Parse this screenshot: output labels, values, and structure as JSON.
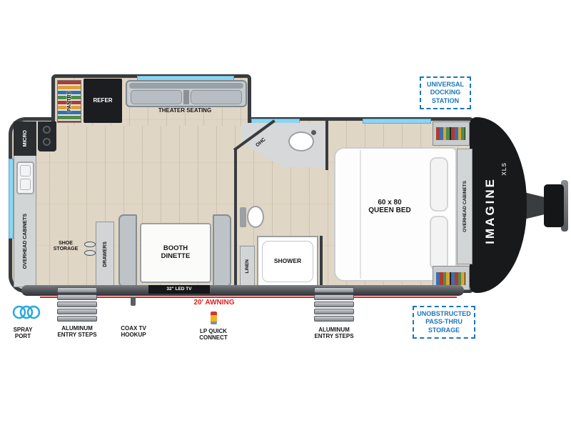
{
  "callouts": {
    "docking_station": "UNIVERSAL DOCKING STATION",
    "pass_thru_storage": "UNOBSTRUCTED PASS-THRU STORAGE"
  },
  "galley": {
    "pantry": "PANTRY",
    "refer": "REFER",
    "micro": "MICRO",
    "overhead_cabinets": "OVERHEAD CABINETS",
    "shoe_storage": "SHOE STORAGE"
  },
  "living": {
    "theater_seating": "THEATER SEATING",
    "booth_dinette": "BOOTH DINETTE",
    "drawers": "DRAWERS",
    "tv": "32\" LED TV"
  },
  "bath": {
    "ohc": "OHC",
    "linen": "LINEN",
    "shower": "SHOWER"
  },
  "bedroom": {
    "queen_bed": "60 x 80 QUEEN BED",
    "overhead_cabinets": "OVERHEAD CABINETS"
  },
  "brand": {
    "name": "IMAGINE",
    "series": "XLS"
  },
  "exterior": {
    "awning": "20' AWNING",
    "spray_port": "SPRAY PORT",
    "entry_steps_left": "ALUMINUM ENTRY STEPS",
    "coax_tv_hookup": "COAX TV HOOKUP",
    "lp_quick_connect": "LP QUICK CONNECT",
    "entry_steps_right": "ALUMINUM ENTRY STEPS"
  },
  "colors": {
    "callout_blue": "#1a76bd",
    "awning_red": "#e02020",
    "window_blue": "#8fd4f0",
    "wall_gray": "#383c3f",
    "floor_tan": "#e0d6c5"
  }
}
